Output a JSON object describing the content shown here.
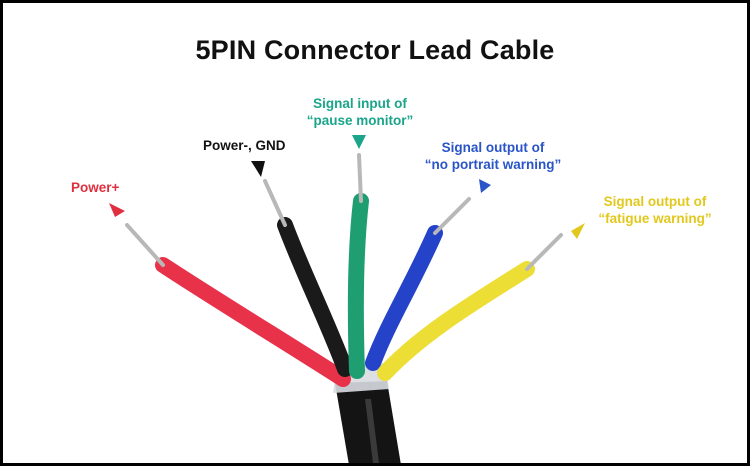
{
  "title": "5PIN Connector Lead Cable",
  "labels": {
    "power_plus": {
      "text": "Power+",
      "color": "#e03040"
    },
    "power_minus": {
      "text": "Power-, GND",
      "color": "#111111"
    },
    "pause_monitor": {
      "line1": "Signal input of",
      "line2": "“pause monitor”",
      "color": "#1aa58a"
    },
    "no_portrait": {
      "line1": "Signal output of",
      "line2": "“no portrait warning”",
      "color": "#2a55c8"
    },
    "fatigue": {
      "line1": "Signal output of",
      "line2": "“fatigue warning”",
      "color": "#e2c81c"
    }
  },
  "wires": {
    "red": "#e8324a",
    "black": "#1a1a1a",
    "green": "#1f9e72",
    "blue": "#2443c8",
    "yellow": "#ecde35",
    "sheath": "#141414"
  }
}
